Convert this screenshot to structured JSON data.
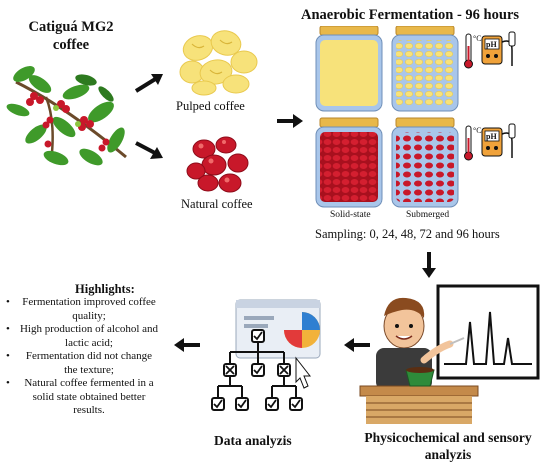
{
  "title_coffee": "Catiguá MG2 coffee",
  "fermentation_title": "Anaerobic Fermentation  - 96 hours",
  "pulped_label": "Pulped coffee",
  "natural_label": "Natural coffee",
  "solid_state_label": "Solid-state",
  "submerged_label": "Submerged",
  "sampling_text": "Sampling: 0, 24, 48, 72 and 96 hours",
  "thermo_unit": "°C",
  "ph_label": "pH",
  "highlights": {
    "title": "Highlights:",
    "items": [
      "Fermentation improved coffee quality;",
      "High production of alcohol and lactic acid;",
      "Fermentation did not change the texture;",
      "Natural coffee fermented in a solid state obtained better results."
    ]
  },
  "data_label": "Data analyzis",
  "physico_label": "Physicochemical and sensory analyzis",
  "colors": {
    "jar_blue": "#a9c6ea",
    "lid_gold": "#e8b84a",
    "pulped_yellow": "#f7e27a",
    "cherry_red": "#c8182a",
    "leaf_green": "#3f9a2a",
    "chart_bg": "#ffffff"
  }
}
